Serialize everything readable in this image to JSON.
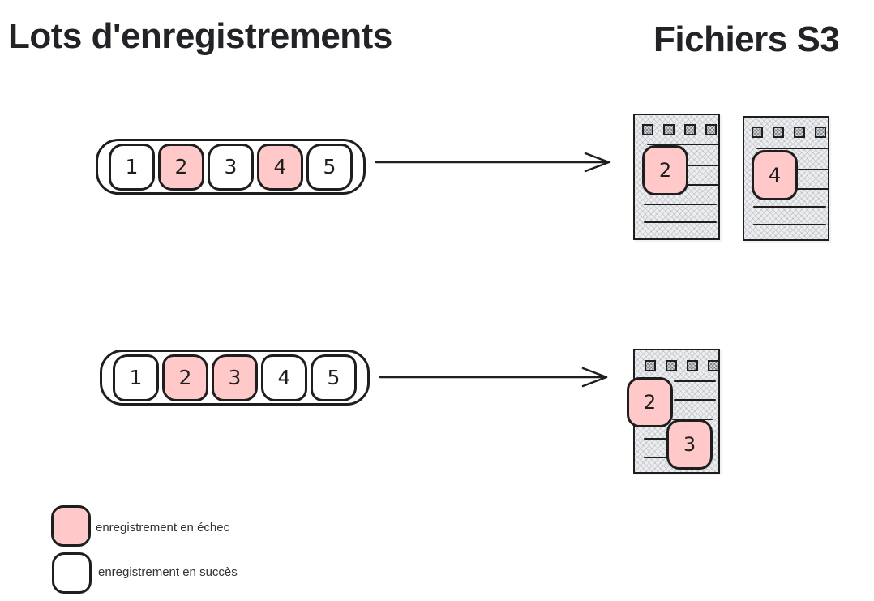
{
  "titles": {
    "left": "Lots d'enregistrements",
    "right": "Fichiers S3"
  },
  "colors": {
    "failed_fill": "#ffc9c9",
    "success_fill": "#ffffff",
    "stroke": "#1e1e1e",
    "file_fill": "#edeef0"
  },
  "batches": [
    {
      "name": "lot-1",
      "records": [
        {
          "label": "1",
          "status": "success"
        },
        {
          "label": "2",
          "status": "failed"
        },
        {
          "label": "3",
          "status": "success"
        },
        {
          "label": "4",
          "status": "failed"
        },
        {
          "label": "5",
          "status": "success"
        }
      ]
    },
    {
      "name": "lot-2",
      "records": [
        {
          "label": "1",
          "status": "success"
        },
        {
          "label": "2",
          "status": "failed"
        },
        {
          "label": "3",
          "status": "failed"
        },
        {
          "label": "4",
          "status": "success"
        },
        {
          "label": "5",
          "status": "success"
        }
      ]
    }
  ],
  "files": [
    {
      "name": "fichier-s3-lot1-a",
      "records": [
        {
          "label": "2",
          "status": "failed"
        }
      ]
    },
    {
      "name": "fichier-s3-lot1-b",
      "records": [
        {
          "label": "4",
          "status": "failed"
        }
      ]
    },
    {
      "name": "fichier-s3-lot2",
      "records": [
        {
          "label": "2",
          "status": "failed"
        },
        {
          "label": "3",
          "status": "failed"
        }
      ]
    }
  ],
  "legend": [
    {
      "label": "enregistrement en échec",
      "status": "failed"
    },
    {
      "label": "enregistrement en succès",
      "status": "success"
    }
  ]
}
